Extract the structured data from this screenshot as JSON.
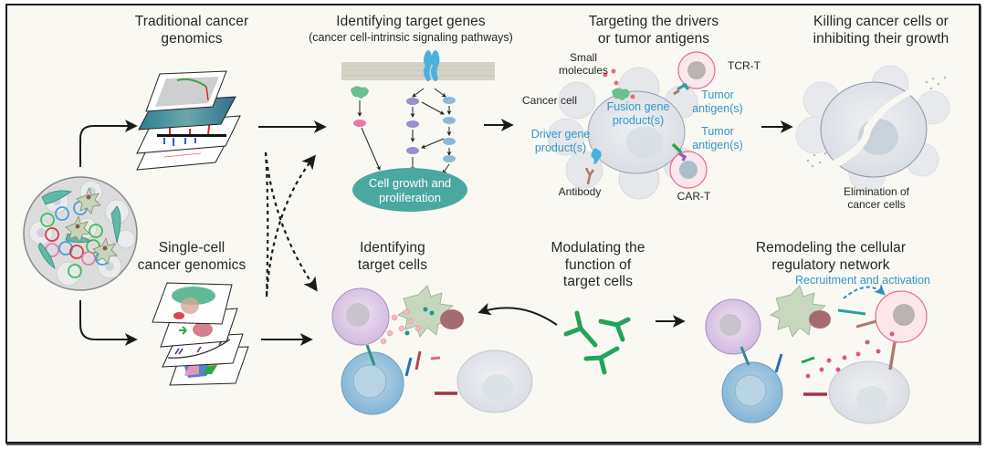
{
  "figure": {
    "sections": {
      "traditional": {
        "title_line1": "Traditional cancer",
        "title_line2": "genomics"
      },
      "single_cell": {
        "title_line1": "Single-cell",
        "title_line2": "cancer genomics"
      },
      "target_genes": {
        "title": "Identifying target genes",
        "subtitle": "(cancer cell-intrinsic signaling pathways)",
        "outcome_line1": "Cell growth and",
        "outcome_line2": "proliferation"
      },
      "targeting": {
        "title_line1": "Targeting the drivers",
        "title_line2": "or tumor antigens",
        "labels": {
          "small_molecules_1": "Small",
          "small_molecules_2": "molecules",
          "cancer_cell": "Cancer cell",
          "fusion_1": "Fusion gene",
          "fusion_2": "product(s)",
          "driver_1": "Driver gene",
          "driver_2": "product(s)",
          "antibody": "Antibody",
          "tcr_t": "TCR-T",
          "car_t": "CAR-T",
          "tumor_antigen_a_1": "Tumor",
          "tumor_antigen_a_2": "antigen(s)",
          "tumor_antigen_b_1": "Tumor",
          "tumor_antigen_b_2": "antigen(s)"
        }
      },
      "killing": {
        "title_line1": "Killing cancer cells or",
        "title_line2": "inhibiting their growth",
        "caption_1": "Elimination of",
        "caption_2": "cancer cells"
      },
      "target_cells": {
        "title_line1": "Identifying",
        "title_line2": "target cells"
      },
      "modulating": {
        "title_line1": "Modulating the",
        "title_line2": "function of",
        "title_line3": "target cells"
      },
      "remodeling": {
        "title_line1": "Remodeling the cellular",
        "title_line2": "regulatory network",
        "annotation": "Recruitment and activation"
      }
    },
    "colors": {
      "background": "#f9f8f3",
      "frame": "#1a1a1a",
      "teal_outcome": "#4aa8a0",
      "blue_text": "#3596c4",
      "antibody_green": "#23a35a",
      "pathway_purple": "#9a8fc9",
      "pathway_blue": "#8fb8d6",
      "pink_node": "#e87aa8"
    }
  }
}
